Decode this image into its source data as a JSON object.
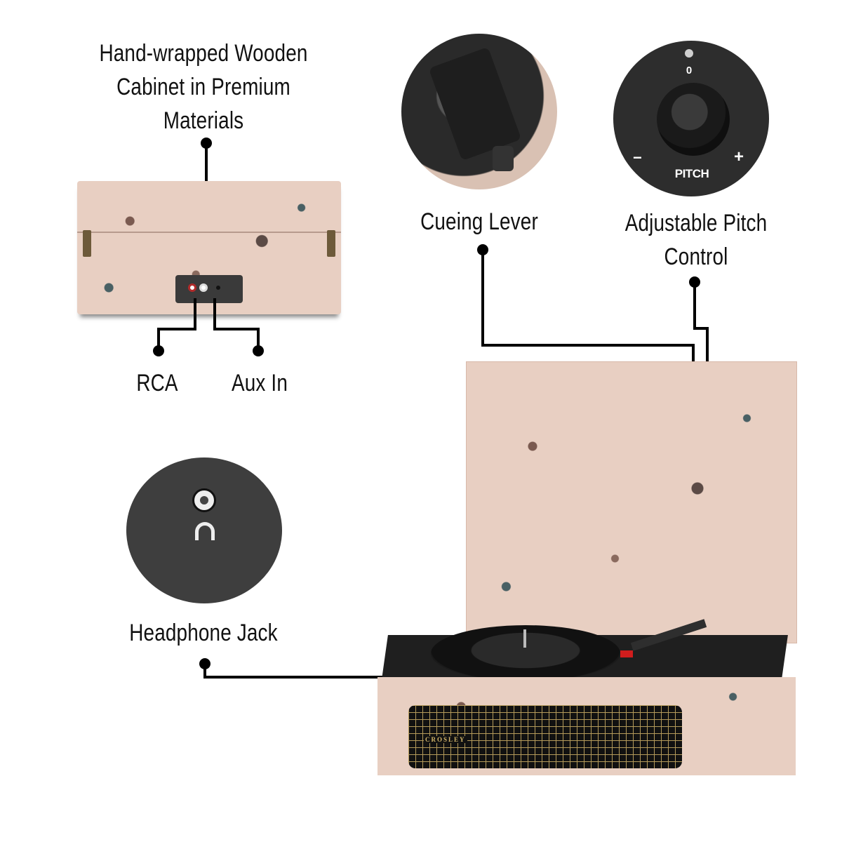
{
  "callouts": {
    "cabinet": {
      "line1": "Hand-wrapped Wooden",
      "line2": "Cabinet in Premium",
      "line3": "Materials"
    },
    "rca": "RCA",
    "aux": "Aux In",
    "cueing": "Cueing Lever",
    "pitch": {
      "line1": "Adjustable Pitch",
      "line2": "Control"
    },
    "headphone": "Headphone Jack"
  },
  "pitch_dial": {
    "zero": "0",
    "minus": "−",
    "plus": "+",
    "label": "PITCH"
  },
  "brand": "CROSLEY",
  "colors": {
    "fabric": "#e8cfc2",
    "panel": "#2b2b2b",
    "line": "#000000",
    "grille_gold": "#b49a5a"
  }
}
